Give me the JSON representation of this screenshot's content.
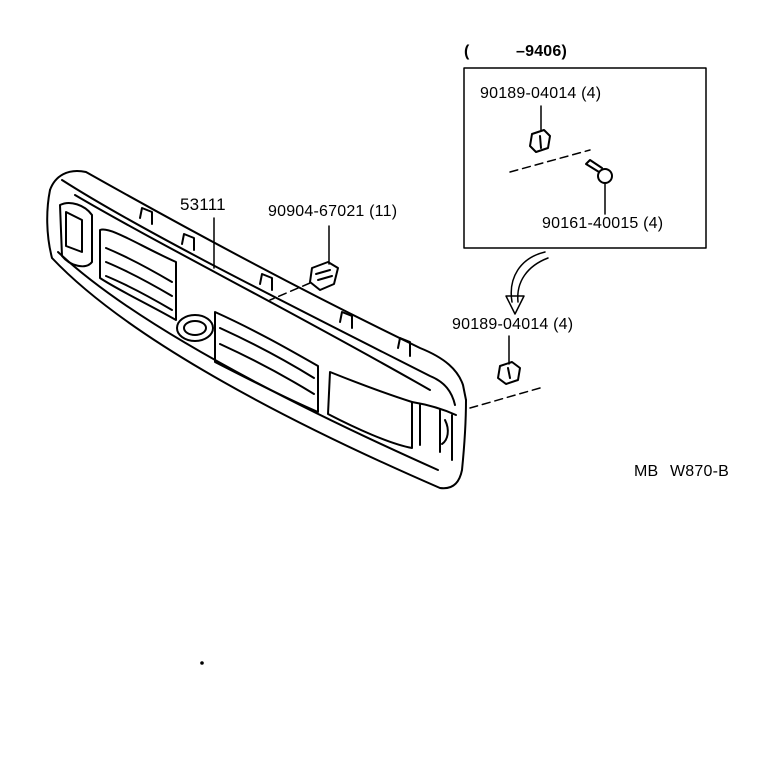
{
  "header": {
    "range_open": "(",
    "range_value": "–9406)"
  },
  "inset": {
    "top_part": "90189-04014 (4)",
    "bottom_part": "90161-40015 (4)"
  },
  "parts": {
    "grille": "53111",
    "clip": "90904-67021 (11)",
    "nut": "90189-04014 (4)"
  },
  "footer": {
    "code_prefix": "MB",
    "code": "W870-B"
  }
}
